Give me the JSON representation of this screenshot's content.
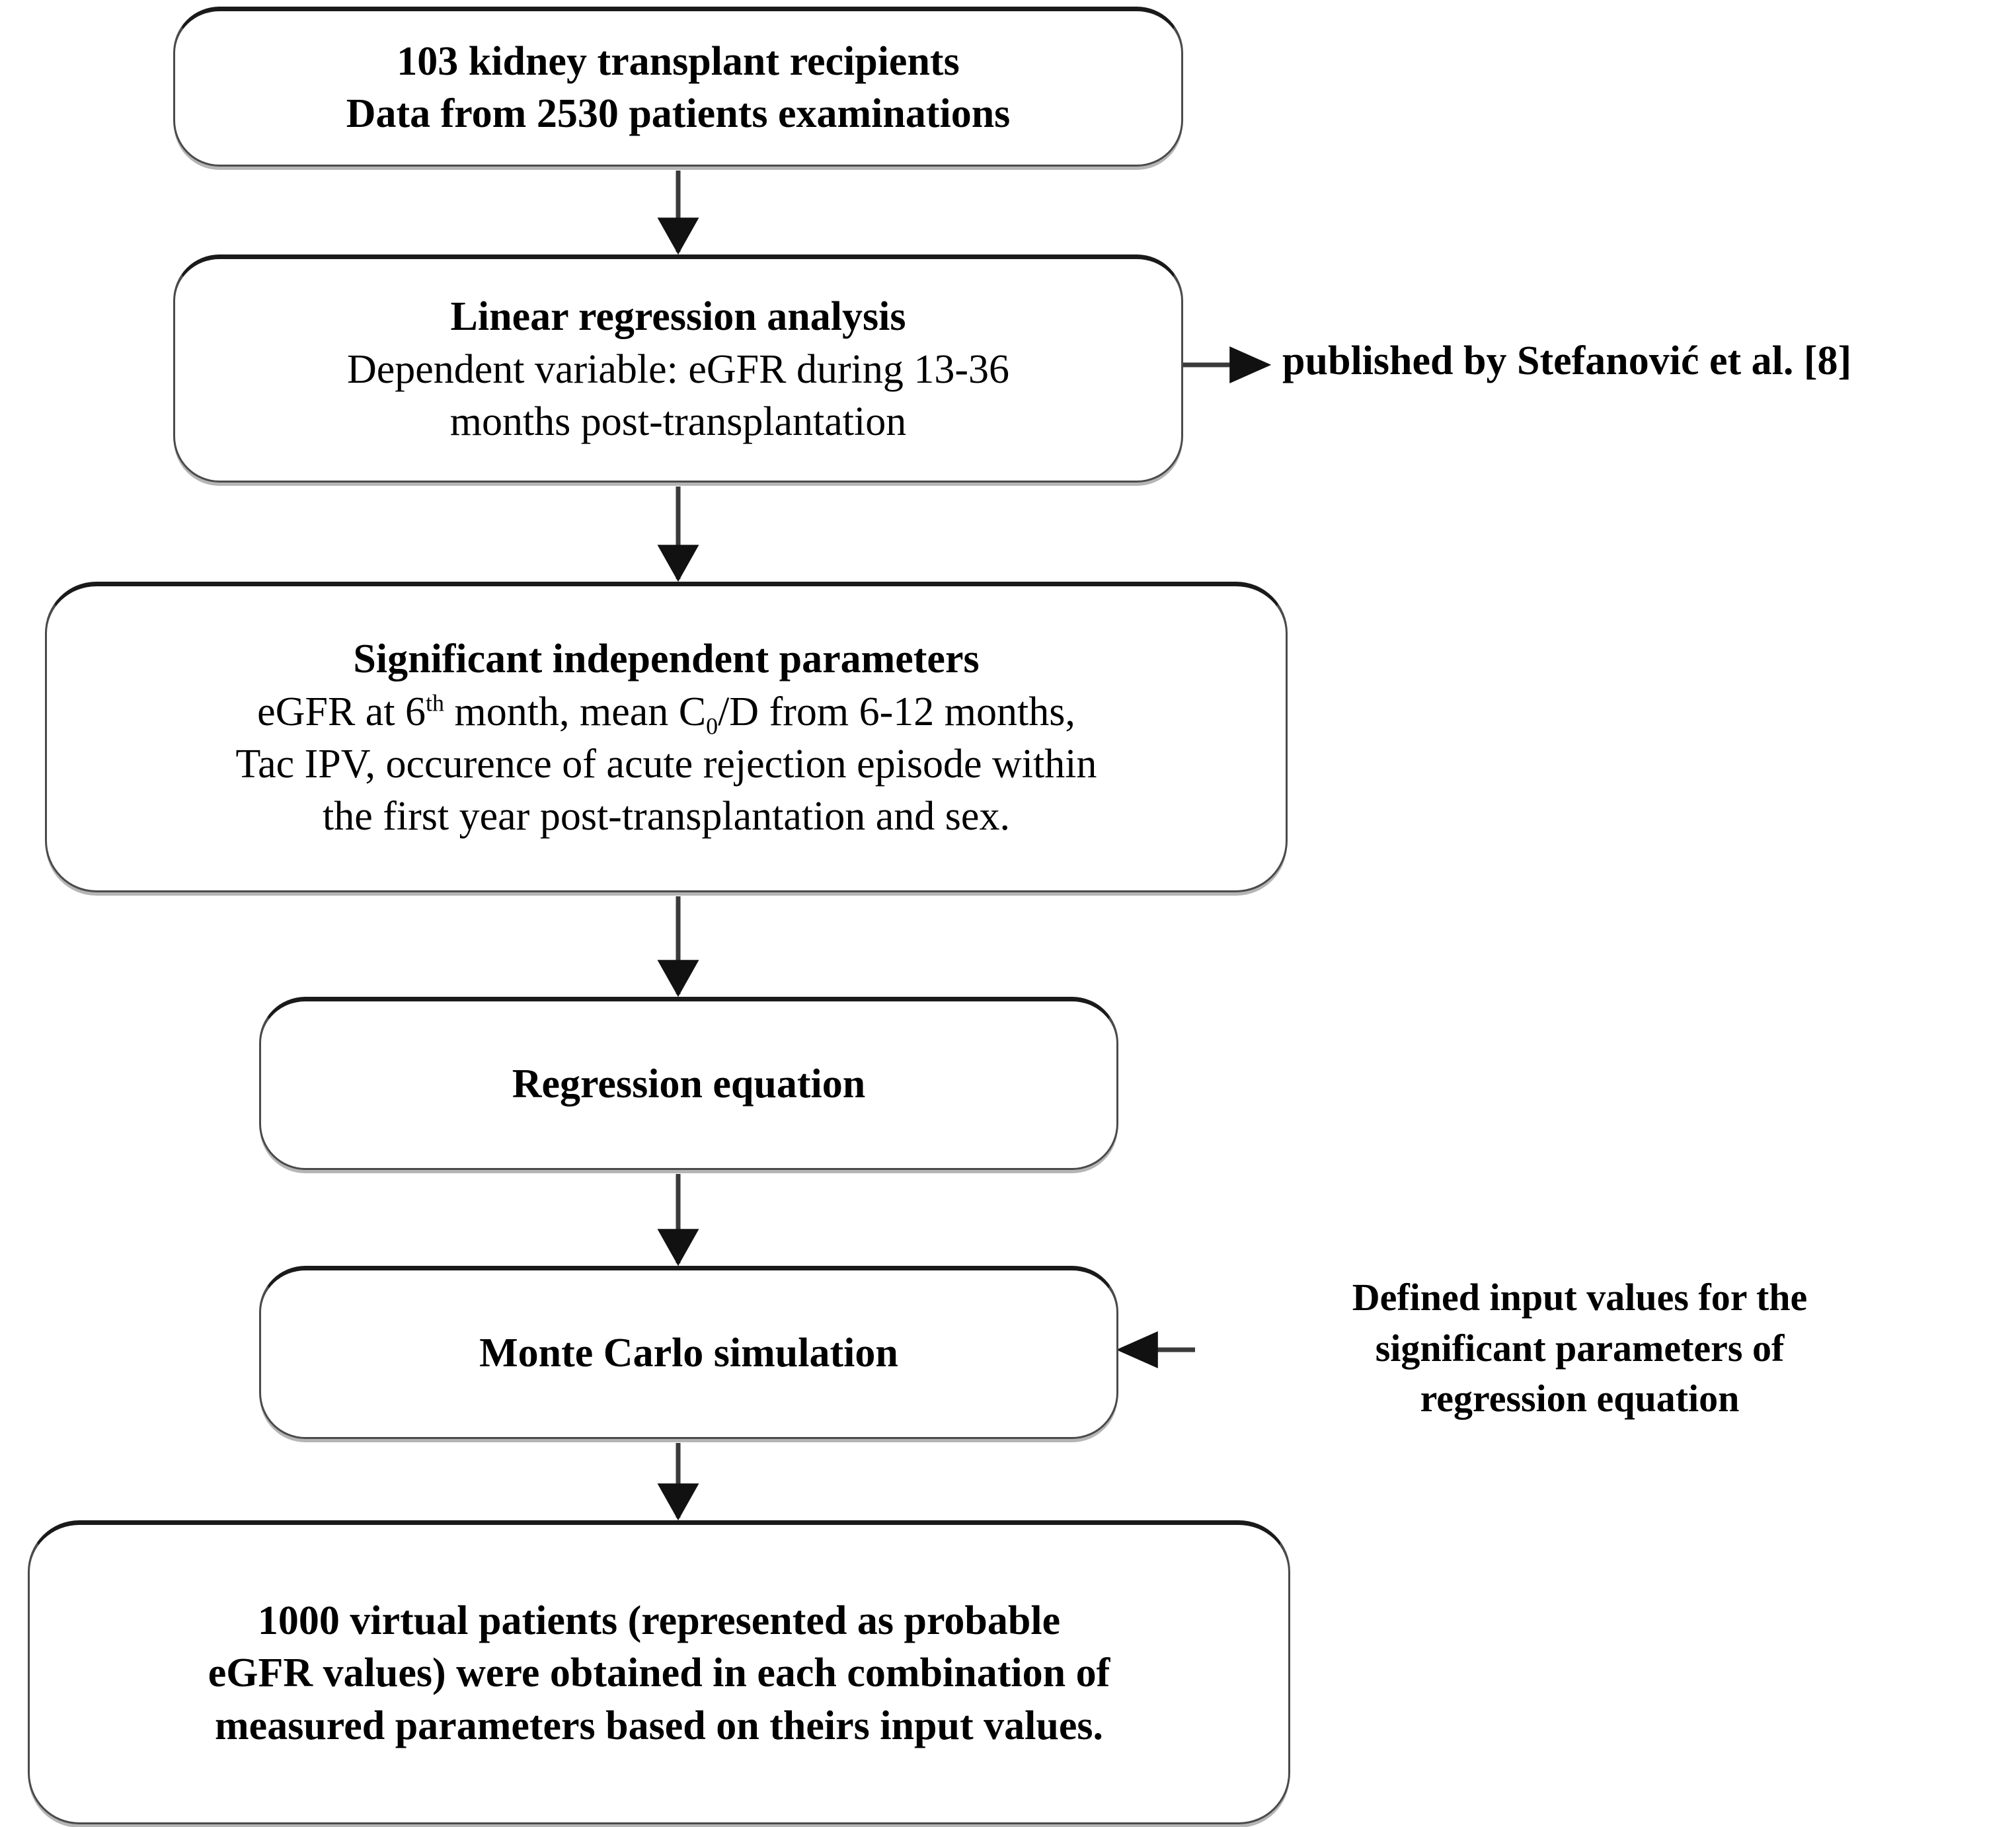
{
  "diagram": {
    "title": "Study workflow flowchart",
    "accent_color": "#1a1a1a",
    "border_color": "#4a4a4a",
    "shadow_color": "#b5b5b5",
    "background": "#ffffff"
  },
  "nodes": [
    {
      "id": "cohort",
      "lines": [
        {
          "text": "103 kidney transplant recipients",
          "bold": true
        },
        {
          "text": "Data from 2530 patients examinations",
          "bold": true
        }
      ]
    },
    {
      "id": "regression",
      "lines": [
        {
          "text": "Linear regression analysis",
          "bold": true
        },
        {
          "text": "Dependent variable:  eGFR during 13-36",
          "bold": false
        },
        {
          "text": "months post-transplantation",
          "bold": false
        }
      ]
    },
    {
      "id": "params",
      "lines": [
        {
          "text": "Significant independent parameters",
          "bold": true
        },
        {
          "text": "eGFR at 6th month, mean C0/D from 6-12 months,",
          "bold": false
        },
        {
          "text": "Tac IPV, occurence of acute rejection episode within",
          "bold": false
        },
        {
          "text": "the first year post-transplantation and sex.",
          "bold": false
        }
      ]
    },
    {
      "id": "equation",
      "lines": [
        {
          "text": "Regression equation",
          "bold": true
        }
      ]
    },
    {
      "id": "montecarlo",
      "lines": [
        {
          "text": "Monte Carlo simulation",
          "bold": true
        }
      ]
    },
    {
      "id": "outcome",
      "lines": [
        {
          "text": "1000 virtual patients (represented as probable",
          "bold": true
        },
        {
          "text": "eGFR values) were obtained in each combination of",
          "bold": true
        },
        {
          "text": "measured parameters based on theirs input values.",
          "bold": true
        }
      ]
    }
  ],
  "node_text": {
    "cohort_line1": "103 kidney transplant recipients",
    "cohort_line2": "Data from 2530 patients examinations",
    "regression_line1": "Linear regression analysis",
    "regression_line2": "Dependent variable:  eGFR during 13-36",
    "regression_line3": "months post-transplantation",
    "params_line1": "Significant independent parameters",
    "params_line2_a": "eGFR at 6",
    "params_line2_sup": "th",
    "params_line2_b": " month, mean C",
    "params_line2_sub": "0",
    "params_line2_c": "/D from 6-12 months,",
    "params_line3": "Tac IPV, occurence of acute rejection episode within",
    "params_line4": "the first year post-transplantation and sex.",
    "equation_line1": "Regression equation",
    "montecarlo_line1": "Monte Carlo simulation",
    "outcome_line1": "1000 virtual patients (represented as probable",
    "outcome_line2": "eGFR values) were obtained in each combination of",
    "outcome_line3": "measured parameters based on theirs input values."
  },
  "annotations": {
    "published": "published by Stefanović et al. [8]",
    "inputs_line1": "Defined input values for the",
    "inputs_line2": "significant parameters of",
    "inputs_line3": "regression equation"
  },
  "connectors": [
    {
      "id": "cohort-to-regression",
      "direction": "down",
      "from": "cohort",
      "to": "regression"
    },
    {
      "id": "regression-to-params",
      "direction": "down",
      "from": "regression",
      "to": "params"
    },
    {
      "id": "params-to-equation",
      "direction": "down",
      "from": "params",
      "to": "equation"
    },
    {
      "id": "equation-to-montecarlo",
      "direction": "down",
      "from": "equation",
      "to": "montecarlo"
    },
    {
      "id": "montecarlo-to-outcome",
      "direction": "down",
      "from": "montecarlo",
      "to": "outcome"
    },
    {
      "id": "regression-to-published",
      "direction": "right",
      "from": "regression",
      "to": "published-annotation"
    },
    {
      "id": "inputs-to-montecarlo",
      "direction": "left",
      "from": "inputs-annotation",
      "to": "montecarlo"
    }
  ]
}
